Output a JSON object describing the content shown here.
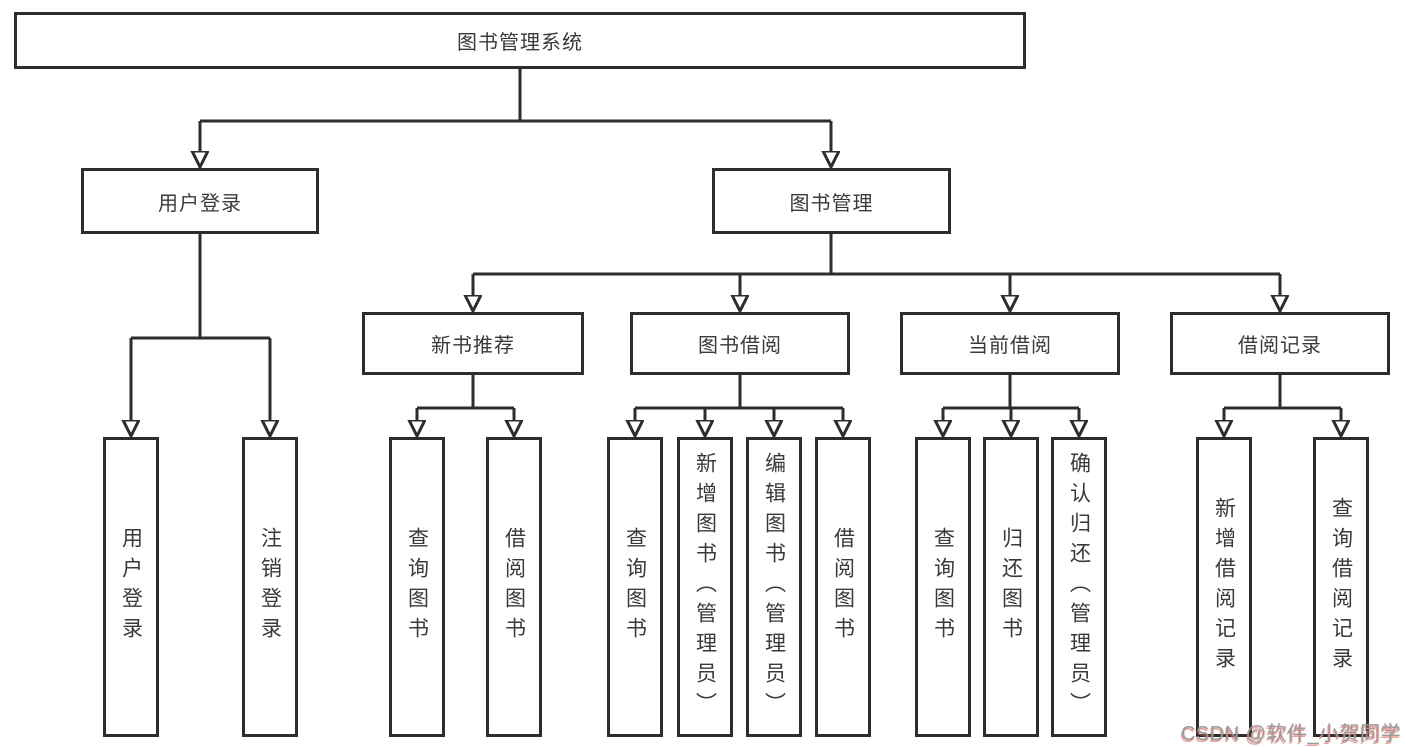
{
  "tree": {
    "label": "图书管理系统",
    "children": [
      {
        "label": "用户登录",
        "children": [
          {
            "label": "用户登录"
          },
          {
            "label": "注销登录"
          }
        ]
      },
      {
        "label": "图书管理",
        "children": [
          {
            "label": "新书推荐",
            "children": [
              {
                "label": "查询图书"
              },
              {
                "label": "借阅图书"
              }
            ]
          },
          {
            "label": "图书借阅",
            "children": [
              {
                "label": "查询图书"
              },
              {
                "label": "新增图书（管理员）"
              },
              {
                "label": "编辑图书（管理员）"
              },
              {
                "label": "借阅图书"
              }
            ]
          },
          {
            "label": "当前借阅",
            "children": [
              {
                "label": "查询图书"
              },
              {
                "label": "归还图书"
              },
              {
                "label": "确认归还（管理员）"
              }
            ]
          },
          {
            "label": "借阅记录",
            "children": [
              {
                "label": "新增借阅记录"
              },
              {
                "label": "查询借阅记录"
              }
            ]
          }
        ]
      }
    ]
  },
  "watermark": "CSDN @软件_小贺同学",
  "colors": {
    "line": "#2d2d2d",
    "box_background": "#ffffff",
    "text": "#3a3a3a",
    "watermark_gray": "#9b9b9b",
    "watermark_red": "#d1594f"
  }
}
